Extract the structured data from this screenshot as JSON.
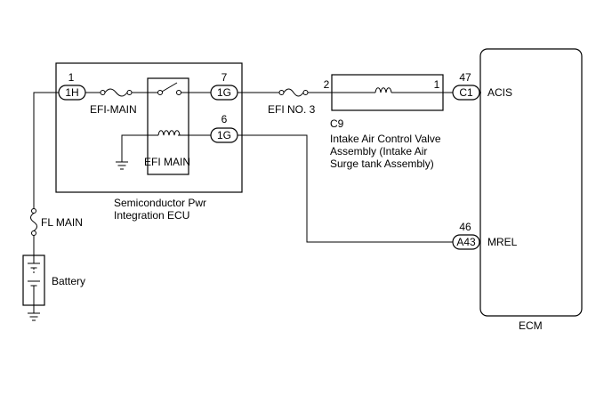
{
  "ecu": {
    "name_line1": "Semiconductor Pwr",
    "name_line2": "Integration ECU",
    "relay_label": "EFI MAIN",
    "fuse_label": "EFI-MAIN",
    "pins": {
      "p1": {
        "num": "1",
        "conn": "1H"
      },
      "p7": {
        "num": "7",
        "conn": "1G"
      },
      "p6": {
        "num": "6",
        "conn": "1G"
      }
    }
  },
  "fuses": {
    "efi_no3": "EFI NO. 3",
    "fl_main": "FL MAIN"
  },
  "battery": {
    "label": "Battery"
  },
  "valve": {
    "ref": "C9",
    "line1": "Intake Air Control Valve",
    "line2": "Assembly (Intake Air",
    "line3": "Surge tank Assembly)",
    "pin_left": "2",
    "pin_right": "1"
  },
  "ecm": {
    "label": "ECM",
    "pins": {
      "acis": {
        "num": "47",
        "conn": "C1",
        "name": "ACIS"
      },
      "mrel": {
        "num": "46",
        "conn": "A43",
        "name": "MREL"
      }
    }
  }
}
